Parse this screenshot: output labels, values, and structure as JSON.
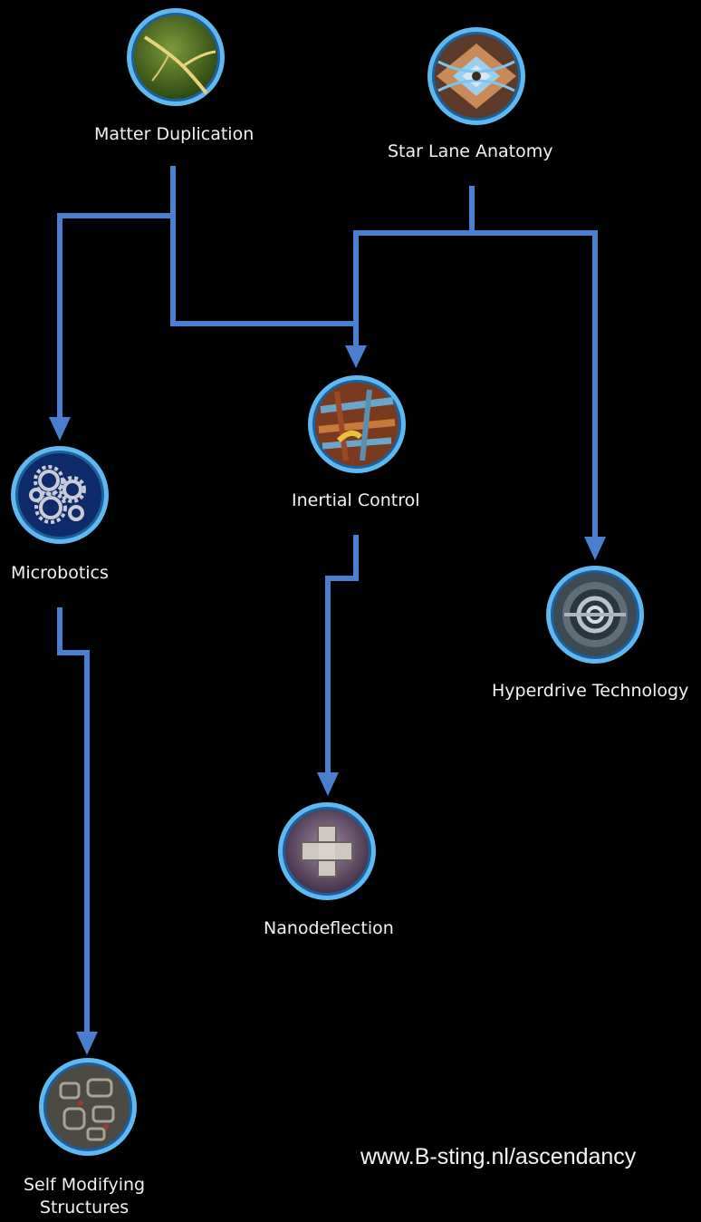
{
  "nodes": {
    "matter_duplication": {
      "label": "Matter Duplication",
      "icon": "leaf-vein-icon"
    },
    "star_lane_anatomy": {
      "label": "Star Lane Anatomy",
      "icon": "kaleidoscope-icon"
    },
    "inertial_control": {
      "label": "Inertial Control",
      "icon": "fibers-icon"
    },
    "microbotics": {
      "label": "Microbotics",
      "icon": "gears-icon"
    },
    "hyperdrive_technology": {
      "label": "Hyperdrive Technology",
      "icon": "rings-icon"
    },
    "nanodeflection": {
      "label": "Nanodeflection",
      "icon": "plus-cross-icon"
    },
    "self_modifying_structures": {
      "label_line1": "Self Modifying",
      "label_line2": "Structures",
      "icon": "circuit-icon"
    }
  },
  "edges": [
    {
      "from": "matter_duplication",
      "to": "microbotics"
    },
    {
      "from": "matter_duplication",
      "to": "inertial_control"
    },
    {
      "from": "star_lane_anatomy",
      "to": "inertial_control"
    },
    {
      "from": "star_lane_anatomy",
      "to": "hyperdrive_technology"
    },
    {
      "from": "inertial_control",
      "to": "nanodeflection"
    },
    {
      "from": "microbotics",
      "to": "self_modifying_structures"
    }
  ],
  "watermark": "www.B-sting.nl/ascendancy",
  "colors": {
    "background": "#000000",
    "connector": "#4a7fd0",
    "ring": "#3fa4e6"
  }
}
